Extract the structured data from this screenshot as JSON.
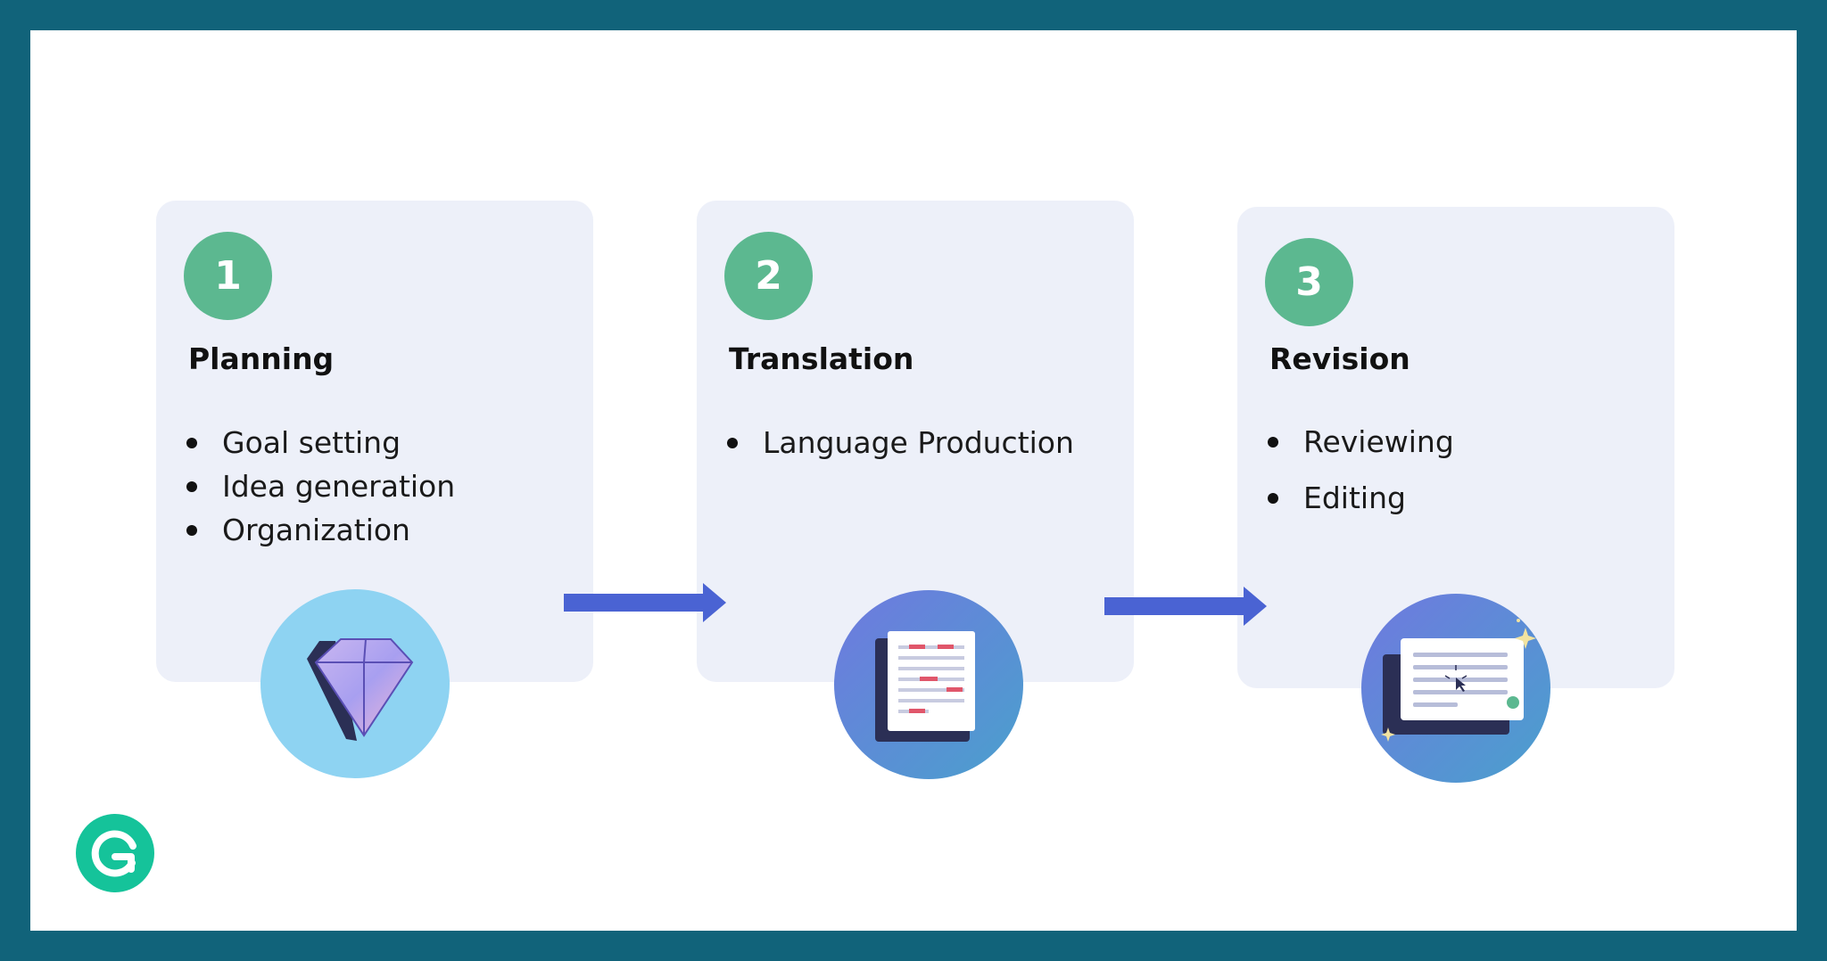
{
  "steps": [
    {
      "number": "1",
      "title": "Planning",
      "items": [
        "Goal setting",
        "Idea generation",
        "Organization"
      ],
      "icon": "diamond-icon"
    },
    {
      "number": "2",
      "title": "Translation",
      "items": [
        "Language Production"
      ],
      "icon": "document-icon"
    },
    {
      "number": "3",
      "title": "Revision",
      "items": [
        "Reviewing",
        "Editing"
      ],
      "icon": "revised-document-icon"
    }
  ],
  "logo": "grammarly-logo-icon",
  "colors": {
    "frame": "#11637a",
    "card": "#edf0f9",
    "step_badge": "#5cb890",
    "arrow": "#4a63d3",
    "logo": "#15c39a"
  }
}
